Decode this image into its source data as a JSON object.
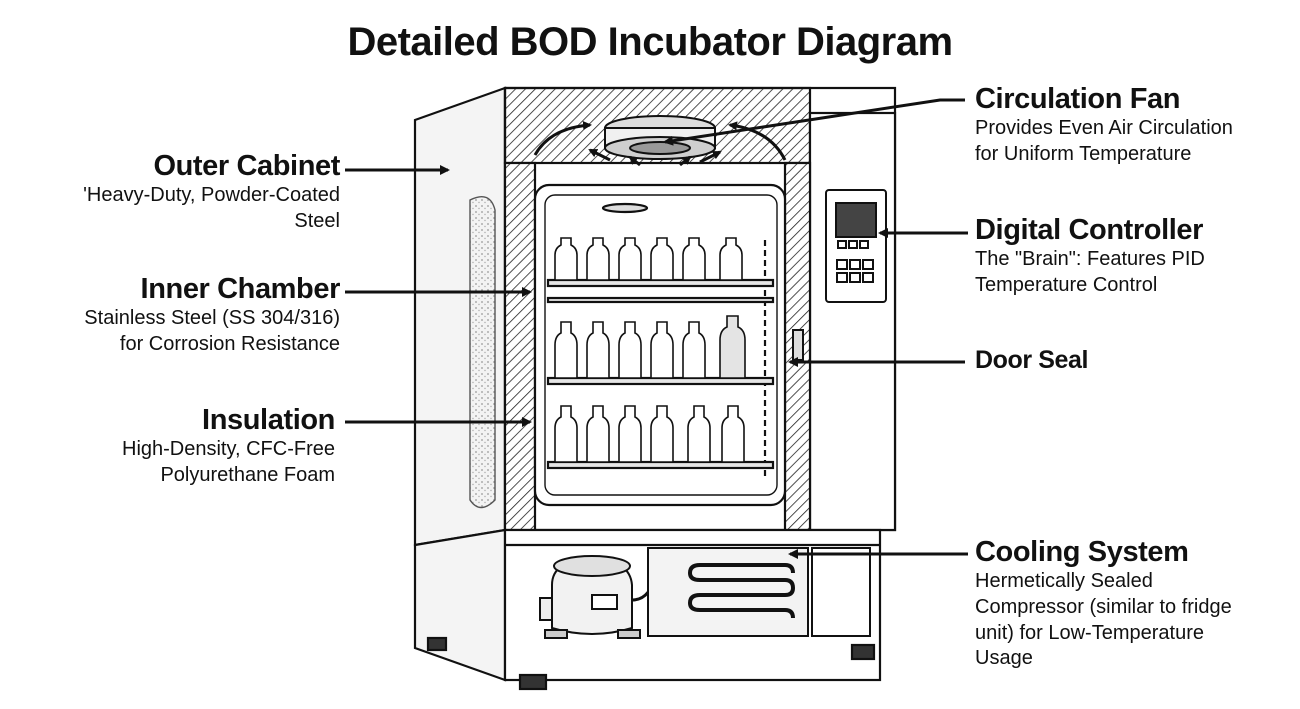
{
  "title": "Detailed BOD Incubator Diagram",
  "labels": {
    "outer_cabinet": {
      "head": "Outer Cabinet",
      "line1": "'Heavy-Duty, Powder-Coated",
      "line2": "Steel"
    },
    "inner_chamber": {
      "head": "Inner Chamber",
      "line1": "Stainless Steel (SS 304/316)",
      "line2": "for Corrosion Resistance"
    },
    "insulation": {
      "head": "Insulation",
      "line1": "High-Density, CFC-Free",
      "line2": "Polyurethane Foam"
    },
    "circulation_fan": {
      "head": "Circulation Fan",
      "line1": "Provides Even Air Circulation",
      "line2": "for Uniform Temperature"
    },
    "digital_controller": {
      "head": "Digital Controller",
      "line1": "The \"Brain\": Features PID",
      "line2": "Temperature Control"
    },
    "door_seal": {
      "head": "Door Seal"
    },
    "cooling_system": {
      "head": "Cooling System",
      "line1": "Hermetically Sealed",
      "line2": "Compressor (similar to fridge",
      "line3": "unit) for Low-Temperature",
      "line4": "Usage"
    }
  },
  "colors": {
    "ink": "#111111",
    "paper": "#ffffff",
    "shade": "#dcdcdc",
    "light": "#f2f2f2"
  }
}
